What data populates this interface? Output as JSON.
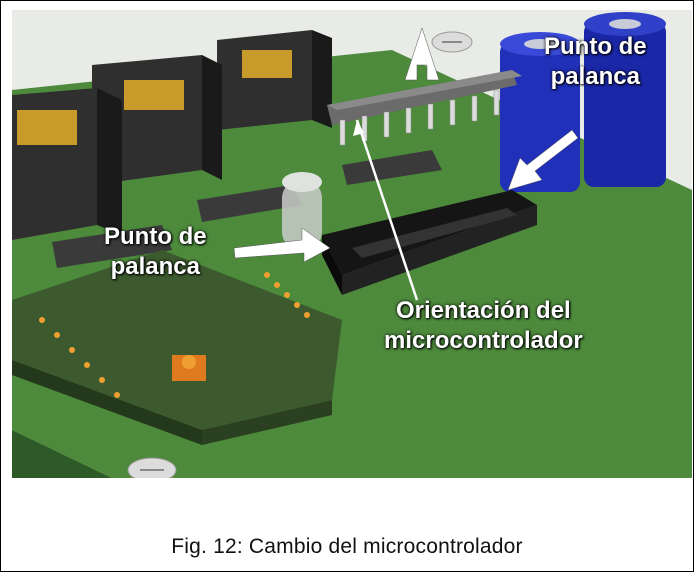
{
  "figure": {
    "labels": {
      "pivot_right": [
        "Punto de",
        "palanca"
      ],
      "pivot_left": [
        "Punto de",
        "palanca"
      ],
      "orientation": [
        "Orientación del",
        "microcontrolador"
      ]
    }
  },
  "caption": "Fig. 12: Cambio del microcontrolador"
}
